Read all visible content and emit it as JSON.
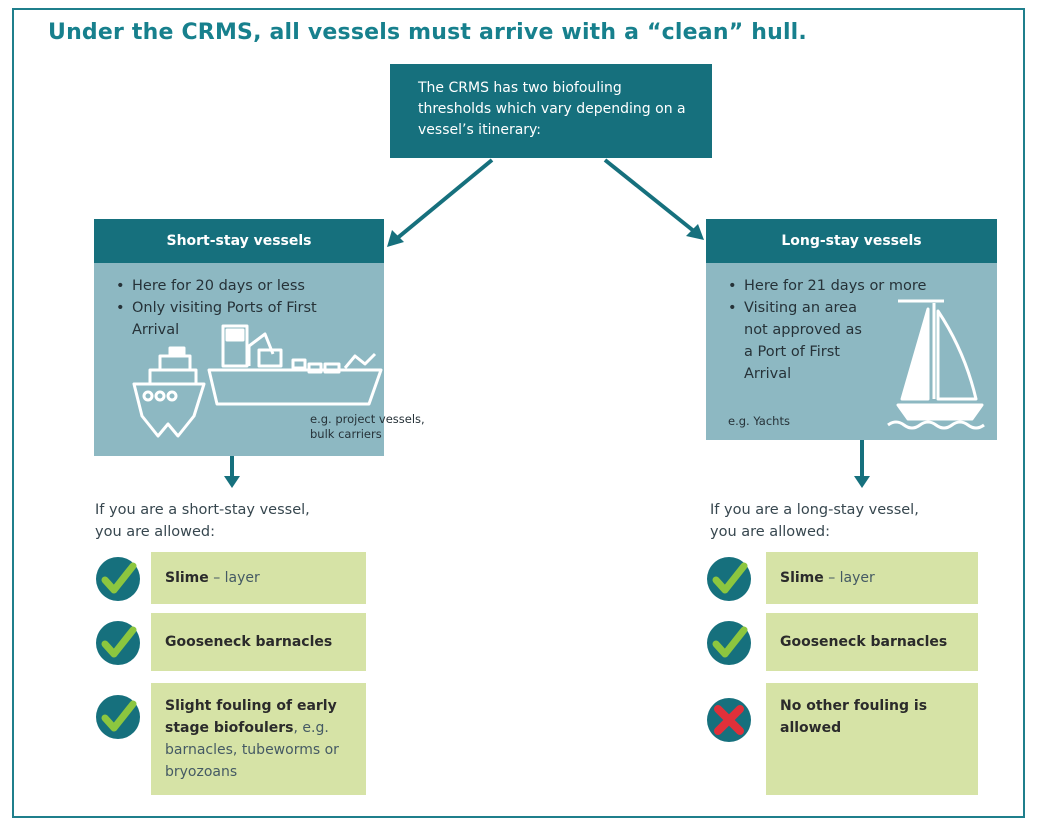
{
  "title": "Under the CRMS, all vessels must arrive with a “clean” hull.",
  "intro": "The CRMS has two biofouling thresholds which vary depending on a vessel’s itinerary:",
  "short_stay": {
    "header": "Short-stay vessels",
    "bullets": [
      "Here for 20 days or less",
      "Only visiting Ports of First Arrival"
    ],
    "caption_line1": "e.g. project vessels,",
    "caption_line2": "bulk carriers",
    "allowed_line1": "If you are a short-stay vessel,",
    "allowed_line2": "you are allowed:",
    "items": [
      {
        "bold": "Slime",
        "rest": " – layer",
        "status": "allowed"
      },
      {
        "bold": "Gooseneck barnacles",
        "rest": "",
        "status": "allowed"
      },
      {
        "bold": "Slight fouling of early stage biofoulers",
        "rest": ", e.g. barnacles, tubeworms or bryozoans",
        "status": "allowed"
      }
    ]
  },
  "long_stay": {
    "header": "Long-stay vessels",
    "bullets": [
      "Here for 21 days or more",
      "Visiting an area not approved as a Port of First Arrival"
    ],
    "caption": "e.g. Yachts",
    "allowed_line1": "If you are a long-stay vessel,",
    "allowed_line2": "you are allowed:",
    "items": [
      {
        "bold": "Slime",
        "rest": " – layer",
        "status": "allowed"
      },
      {
        "bold": "Gooseneck barnacles",
        "rest": "",
        "status": "allowed"
      },
      {
        "bold": "No other fouling is allowed",
        "rest": "",
        "status": "not-allowed"
      }
    ]
  },
  "colors": {
    "teal_dark": "#16707d",
    "teal_light": "#8db8c2",
    "green_box": "#d6e3a6",
    "check_green": "#8cc63f",
    "cross_red": "#e0303a"
  },
  "icons": [
    "ship-icon",
    "cargo-ship-icon",
    "sailboat-icon",
    "check-icon",
    "cross-icon",
    "arrow-icon"
  ]
}
